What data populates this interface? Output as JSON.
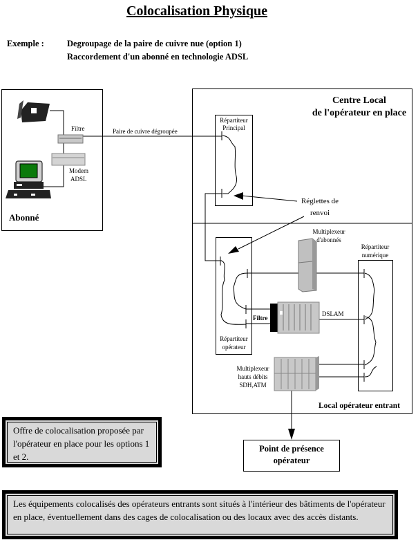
{
  "title": "Colocalisation Physique",
  "example": {
    "label": "Exemple :",
    "line1": "Degroupage de la paire de cuivre nue (option 1)",
    "line2": "Raccordement d'un abonné en technologie ADSL"
  },
  "subscriber": {
    "title": "Abonné",
    "filter_label": "Filtre",
    "modem_label_1": "Modem",
    "modem_label_2": "ADSL",
    "cable_label": "Paire de cuivre dégroupée"
  },
  "central_office": {
    "title_1": "Centre Local",
    "title_2": "de l'opérateur en place",
    "main_frame_1": "Répartiteur",
    "main_frame_2": "Principal",
    "strips_1": "Réglettes de",
    "strips_2": "renvoi"
  },
  "entrant": {
    "title": "Local opérateur entrant",
    "op_frame_1": "Répartiteur",
    "op_frame_2": "opérateur",
    "mux_sub_1": "Multiplexeur",
    "mux_sub_2": "d'abonnés",
    "dig_frame_1": "Répartiteur",
    "dig_frame_2": "numérique",
    "filter_label": "Filtre",
    "dslam_label": "DSLAM",
    "mux_hd_1": "Multiplexeur",
    "mux_hd_2": "hauts débits",
    "mux_hd_3": "SDH,ATM"
  },
  "pop": {
    "line1": "Point de présence",
    "line2": "opérateur"
  },
  "note_offer": "Offre de colocalisation proposée par l'opérateur en place pour les options 1 et 2.",
  "note_bottom": "Les équipements colocalisés des opérateurs entrants sont situés à l'intérieur des bâtiments de l'opérateur en place, éventuellement dans des cages de colocalisation ou des locaux avec des accès distants."
}
